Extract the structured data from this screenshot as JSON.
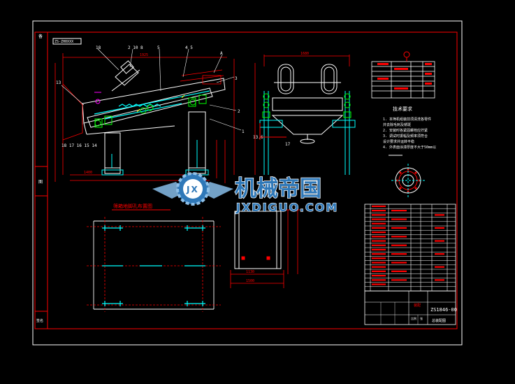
{
  "drawing": {
    "code_box": "ZS-ZH0XXX",
    "drawing_number": "ZS1846-00",
    "name_cell": "总装配图",
    "material_cell": "装配",
    "scale_cell": "比例",
    "sheet_cell": "张",
    "wm_cn": "机械帝国",
    "wm_en": "JXDIGUO.COM",
    "wm_badge": "JX",
    "notes_title": "技术要求",
    "notes": [
      "1. 本筛机组装前须清洗各零件",
      "   并去除毛刺及锈斑",
      "2. 安装时各紧固螺栓应拧紧",
      "3. 调试时振幅及频率须符合",
      "   设计要求并运转平稳",
      "4. 外表面涂漆厚度不大于50mm以"
    ],
    "plan_title": "筛箱地脚孔布置图",
    "labels": {
      "l1": "18",
      "l2": "2 10 8",
      "l3": "5",
      "l4": "4 5",
      "l5": "A",
      "l6": "3",
      "l7": "2",
      "l8": "1",
      "l9": "13",
      "l10": "18 17 16 15 14",
      "l11": "17",
      "l12": "13.6",
      "l13": "1400",
      "l14": "1925",
      "l15": "1680",
      "dim1": "1130",
      "dim2": "1500"
    },
    "left_tabs": [
      "备",
      "图",
      "签名"
    ]
  },
  "colors": {
    "frame": "#ffffff",
    "red": "#ff0000",
    "white": "#ffffff",
    "cyan": "#00ffff",
    "green": "#00ff00",
    "yellow": "#ffff00",
    "magenta": "#ff00ff",
    "watermark": "#2f78b8"
  }
}
